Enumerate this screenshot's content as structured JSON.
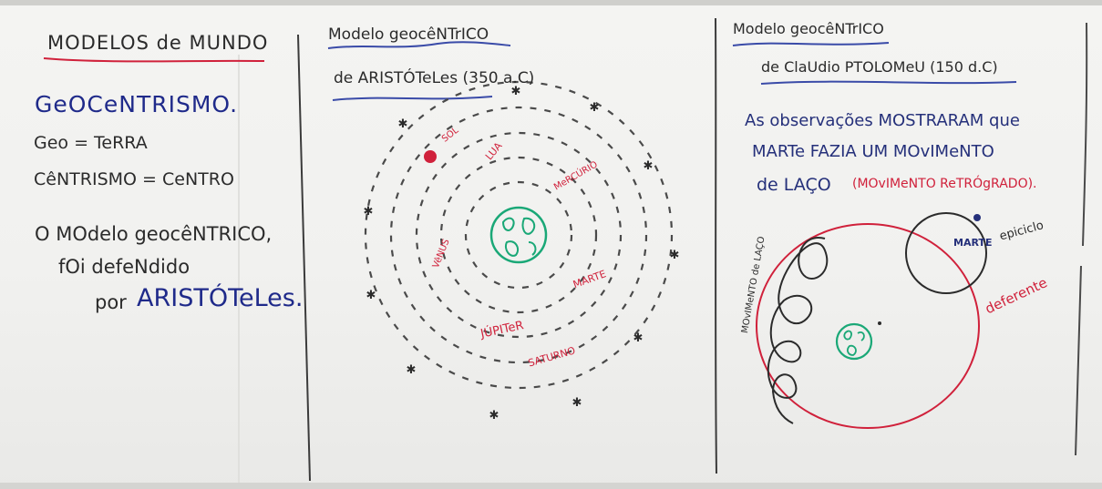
{
  "left": {
    "heading": "MODELOS de MUNDO",
    "term": "GeOCeNTRISMO.",
    "def1": "Geo = TeRRA",
    "def2": "CêNTRISMO = CeNTRO",
    "sentence_line1": "O MOdelo geocêNTRICO,",
    "sentence_line2": "fOi defeNdido",
    "sentence_line3a": "por",
    "sentence_line3b": "ARISTÓTeLes."
  },
  "middle": {
    "title_line1": "Modelo geocêNTrICO",
    "title_line2": "de ARISTÓTeLes (350 a.C)",
    "bodies": {
      "sol": "SOL",
      "lua": "LUA",
      "mercurio": "MeRCÚRIO",
      "venus": "VêNUS",
      "marte": "MARTE",
      "jupiter": "JÚPITeR",
      "saturno": "SATURNO"
    }
  },
  "right": {
    "title_line1": "Modelo geocêNTrICO",
    "title_line2": "de ClaUdio PTOLOMeU (150 d.C)",
    "obs_line1": "As observações MOSTRARAM que",
    "obs_line2": "MARTe FAZIA UM MOvIMeNTO",
    "obs_line3a": "de LAÇO",
    "obs_line3b": "(MOvIMeNTO ReTRÓgRADO).",
    "epiciclo": "epiciclo",
    "marte": "MARTE",
    "deferente": "deferente",
    "movimento_de_laco": "MOvIMeNTO de LAÇO"
  },
  "colors": {
    "board": "#f3f3f1",
    "ink_dark": "#2b2b2b",
    "ink_blue": "#1f2a8a",
    "ink_red": "#d0213b",
    "ink_green": "#1aa877"
  }
}
